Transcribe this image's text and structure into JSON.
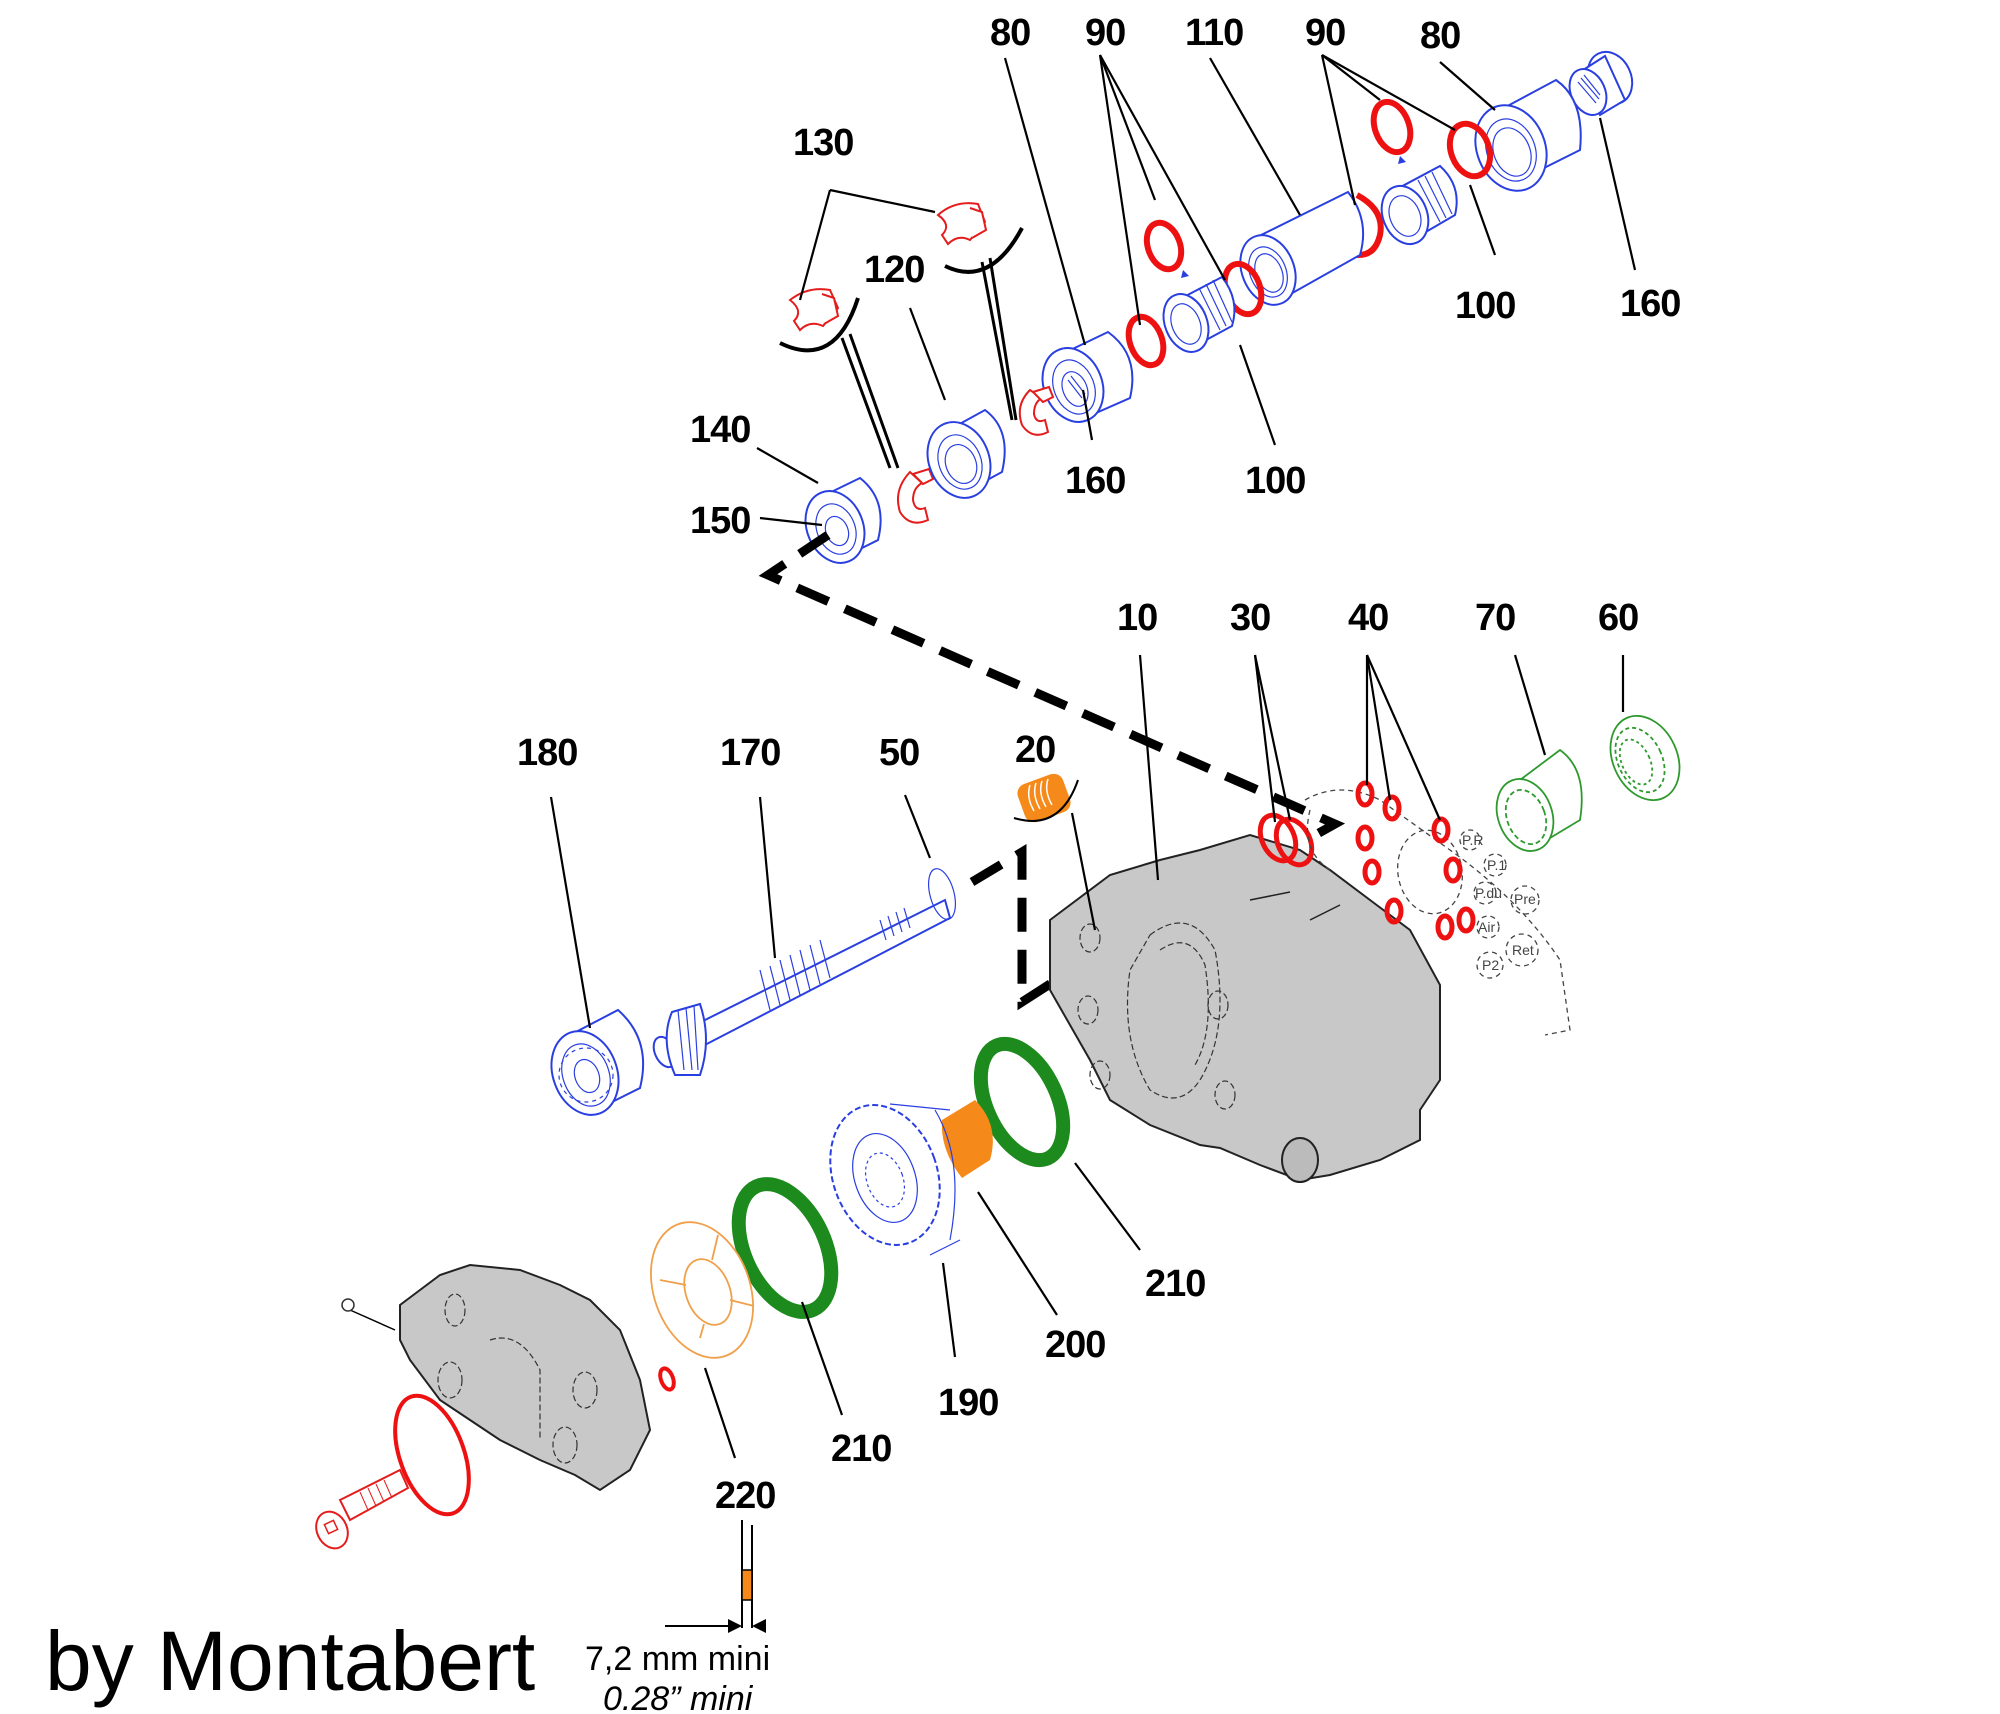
{
  "title": "Exploded parts diagram",
  "labels": {
    "p10": "10",
    "p20": "20",
    "p30": "30",
    "p40": "40",
    "p50": "50",
    "p60": "60",
    "p70": "70",
    "p80a": "80",
    "p80b": "80",
    "p90a": "90",
    "p90b": "90",
    "p100a": "100",
    "p100b": "100",
    "p110": "110",
    "p120": "120",
    "p130": "130",
    "p140": "140",
    "p150": "150",
    "p160a": "160",
    "p160b": "160",
    "p170": "170",
    "p180": "180",
    "p190": "190",
    "p200": "200",
    "p210a": "210",
    "p210b": "210",
    "p220": "220"
  },
  "port_markings": [
    "P.R",
    "P.1",
    "P.du",
    "Air",
    "P2",
    "Ret",
    "Pre"
  ],
  "dimension": {
    "metric": "7,2 mm mini",
    "imperial": "0.28” mini"
  },
  "brand": "by Montabert",
  "colors": {
    "blue_parts": "#2a3fe0",
    "red_seals": "#ee1111",
    "green_parts": "#1d8a1d",
    "orange_parts": "#f58a1a",
    "housing_gray": "#c8c8c8"
  }
}
